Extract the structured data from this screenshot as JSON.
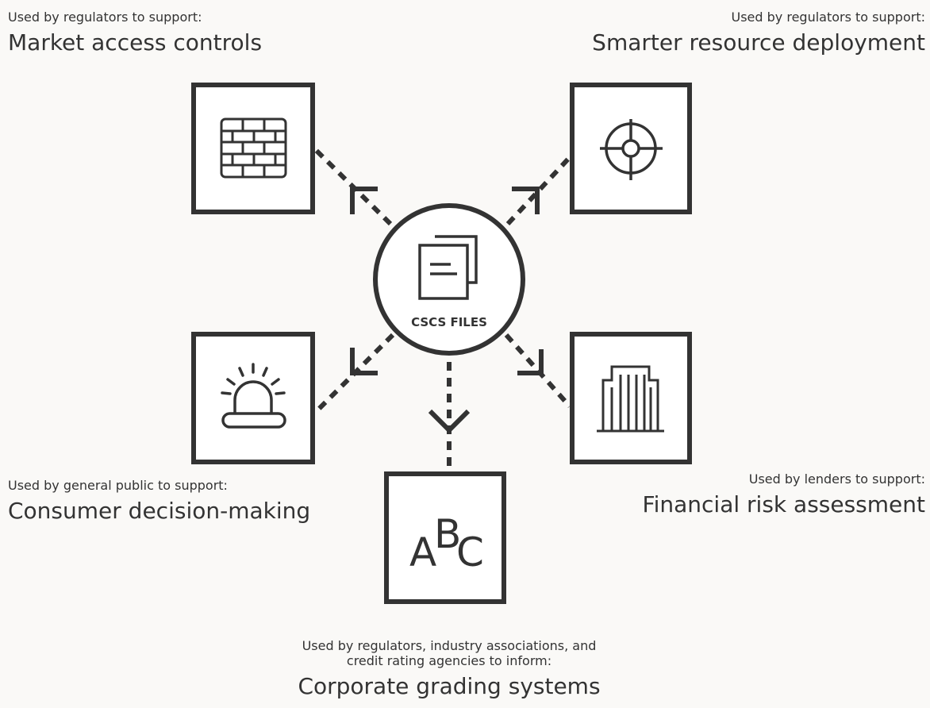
{
  "hub": {
    "label": "CSCS FILES"
  },
  "outputs": [
    {
      "id": "market-access",
      "context": "Used by regulators to support:",
      "title": "Market access controls",
      "icon": "brick-wall-icon"
    },
    {
      "id": "resource-deployment",
      "context": "Used by regulators to support:",
      "title": "Smarter resource deployment",
      "icon": "crosshair-icon"
    },
    {
      "id": "consumer-decision",
      "context": "Used by general public to support:",
      "title": "Consumer decision-making",
      "icon": "alarm-light-icon"
    },
    {
      "id": "financial-risk",
      "context": "Used by lenders to support:",
      "title": "Financial risk assessment",
      "icon": "city-building-icon"
    },
    {
      "id": "corporate-grading",
      "context_line1": "Used by regulators, industry associations, and",
      "context_line2": "credit rating agencies to inform:",
      "title": "Corporate grading systems",
      "icon": "abc-letters-icon",
      "icon_letters": [
        "A",
        "B",
        "C"
      ]
    }
  ],
  "colors": {
    "stroke": "#333333",
    "background": "#faf9f7",
    "box_fill": "#ffffff"
  }
}
